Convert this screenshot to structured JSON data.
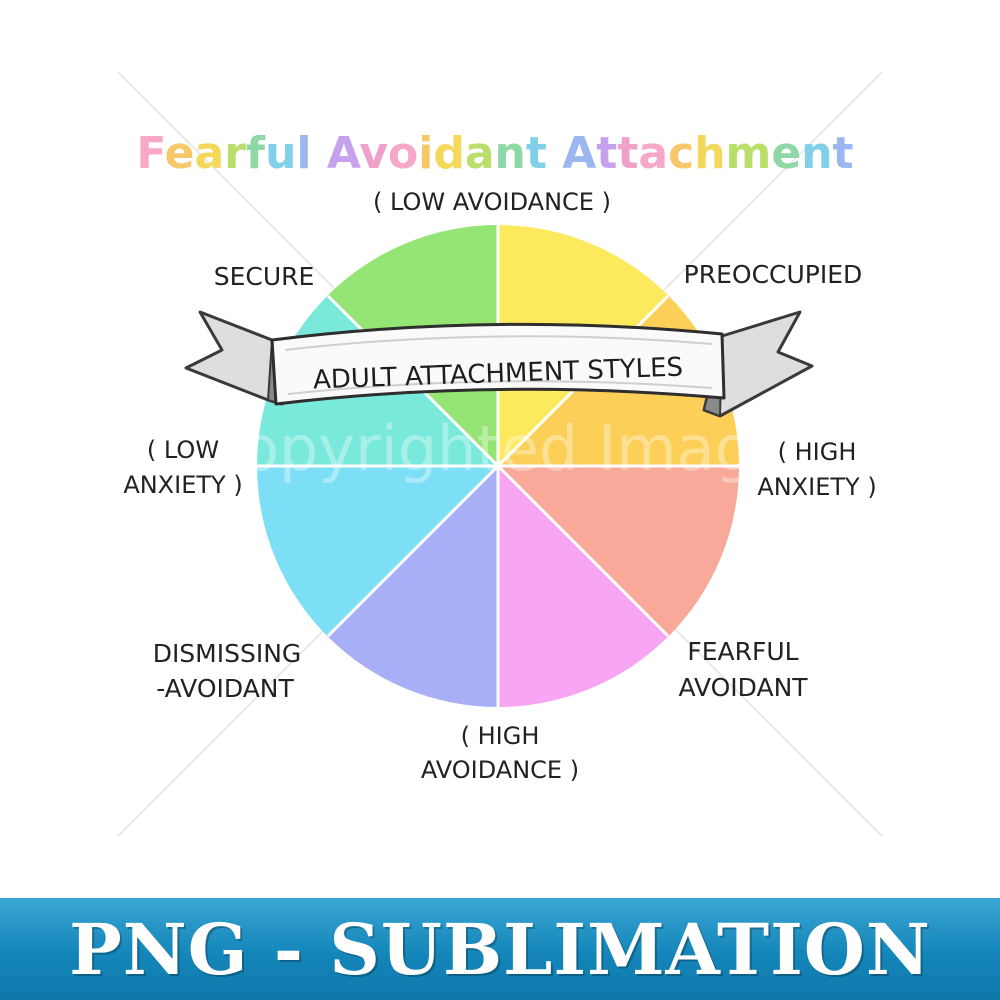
{
  "title": {
    "text": "Fearful Avoidant Attachment",
    "letter_colors": [
      "#f7a7c8",
      "#f6c86a",
      "#f4d85a",
      "#b9df6a",
      "#8fd8a6",
      "#7fd0e8",
      "#9cb7f0",
      "#c6a2ee",
      "#f0a1c9"
    ]
  },
  "banner": {
    "text": "ADULT ATTACHMENT STYLES"
  },
  "axis_labels": {
    "top": "( LOW AVOIDANCE )",
    "bottom_line1": "( HIGH",
    "bottom_line2": "AVOIDANCE )",
    "left_line1": "( LOW",
    "left_line2": "ANXIETY )",
    "right_line1": "( HIGH",
    "right_line2": "ANXIETY )"
  },
  "quadrant_labels": {
    "secure": "SECURE",
    "preoccupied": "PREOCCUPIED",
    "dismissing_line1": "DISMISSING",
    "dismissing_line2": "-AVOIDANT",
    "fearful_line1": "FEARFUL",
    "fearful_line2": "AVOIDANT"
  },
  "watermark": "Copyrighted Image",
  "wheel_segments": [
    {
      "color": "#fde95e"
    },
    {
      "color": "#fcd058"
    },
    {
      "color": "#f8a99a"
    },
    {
      "color": "#f8a6f4"
    },
    {
      "color": "#a8aff6"
    },
    {
      "color": "#7ddff6"
    },
    {
      "color": "#79e9dc"
    },
    {
      "color": "#94e574"
    }
  ],
  "footer": {
    "text": "PNG - SUBLIMATION"
  }
}
